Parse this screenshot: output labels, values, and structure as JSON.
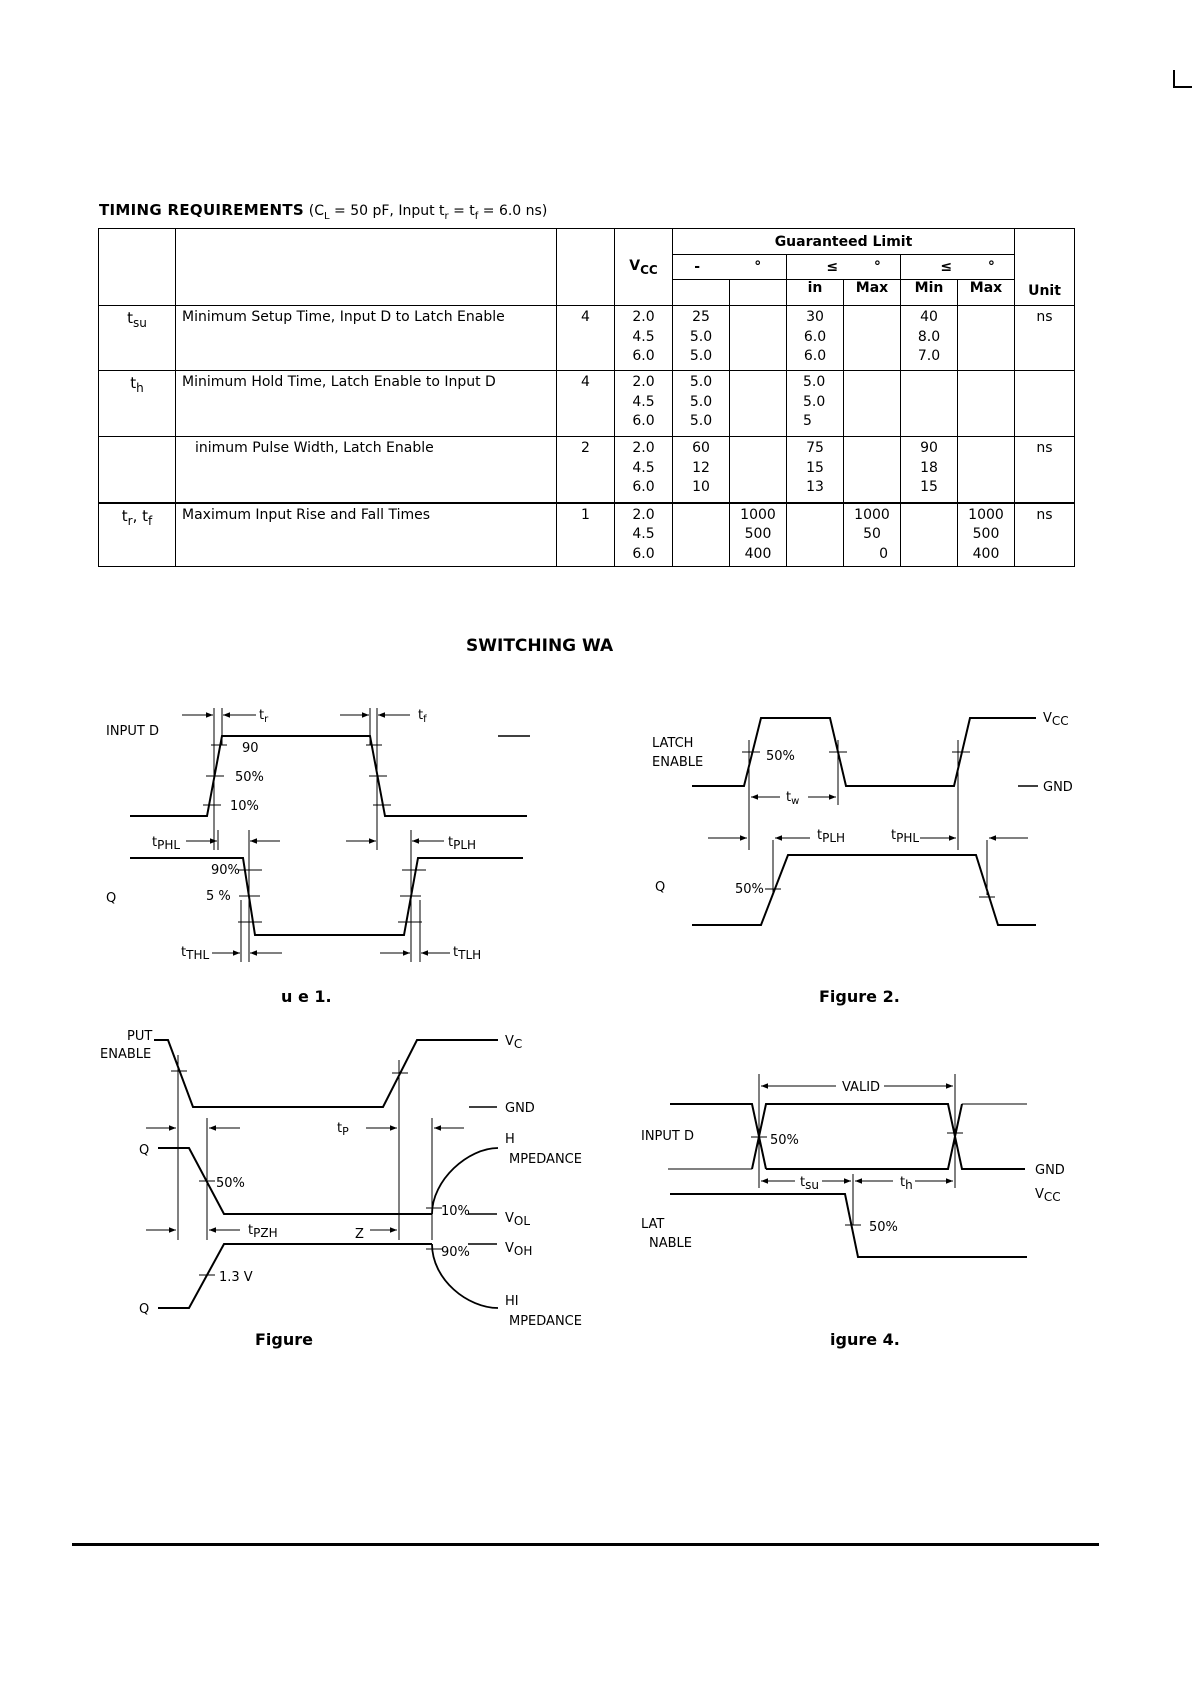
{
  "heading": {
    "title": "TIMING REQUIREMENTS",
    "cond_open": "(C",
    "cond_cl_sub": "L",
    "cond_mid": " = 50 pF, Input t",
    "cond_tr_sub": "r",
    "cond_eq": " = t",
    "cond_tf_sub": "f",
    "cond_end": " = 6.0 ns)"
  },
  "table": {
    "vcc_label": "V",
    "vcc_sub": "CC",
    "guaranteed_label": "Guaranteed Limit",
    "temp_cols": [
      {
        "a": "-",
        "b": "°"
      },
      {
        "a": "≤",
        "b": "°"
      },
      {
        "a": "≤",
        "b": "°"
      }
    ],
    "sub_headers": [
      "",
      "",
      "in",
      "Max",
      "Min",
      "Max"
    ],
    "unit_label": "Unit",
    "rows": [
      {
        "sym_main": "t",
        "sym_sub": "su",
        "parameter": "Minimum Setup Time, Input D to Latch Enable",
        "figure": "4",
        "vcc": [
          "2.0",
          "4.5",
          "6.0"
        ],
        "v1": [
          "25",
          "5.0",
          "5.0"
        ],
        "v2": [
          "",
          "",
          ""
        ],
        "v3": [
          "30",
          "6.0",
          "6.0"
        ],
        "v4": [
          "",
          "",
          ""
        ],
        "v5": [
          "40",
          "8.0",
          "7.0"
        ],
        "v6": [
          "",
          "",
          ""
        ],
        "unit": "ns"
      },
      {
        "sym_main": "t",
        "sym_sub": "h",
        "parameter": "Minimum Hold Time, Latch Enable to Input D",
        "figure": "4",
        "vcc": [
          "2.0",
          "4.5",
          "6.0"
        ],
        "v1": [
          "5.0",
          "5.0",
          "5.0"
        ],
        "v2": [
          "",
          "",
          ""
        ],
        "v3": [
          "5.0",
          "5.0",
          "5"
        ],
        "v4": [
          "",
          "",
          ""
        ],
        "v5": [
          "",
          "",
          ""
        ],
        "v6": [
          "",
          "",
          ""
        ],
        "unit": ""
      },
      {
        "sym_main": "",
        "sym_sub": "",
        "parameter": "inimum Pulse Width, Latch Enable",
        "figure": "2",
        "vcc": [
          "2.0",
          "4.5",
          "6.0"
        ],
        "v1": [
          "60",
          "12",
          "10"
        ],
        "v2": [
          "",
          "",
          ""
        ],
        "v3": [
          "75",
          "15",
          "13"
        ],
        "v4": [
          "",
          "",
          ""
        ],
        "v5": [
          "90",
          "18",
          "15"
        ],
        "v6": [
          "",
          "",
          ""
        ],
        "unit": "ns"
      },
      {
        "sym_main": "t",
        "sym_sub": "r",
        "sym_main2": ", t",
        "sym_sub2": "f",
        "parameter": "Maximum Input Rise and Fall Times",
        "figure": "1",
        "vcc": [
          "2.0",
          "4.5",
          "6.0"
        ],
        "v1": [
          "",
          "",
          ""
        ],
        "v2": [
          "1000",
          "500",
          "400"
        ],
        "v3": [
          "",
          "",
          ""
        ],
        "v4": [
          "1000",
          "50",
          "0"
        ],
        "v5": [
          "",
          "",
          ""
        ],
        "v6": [
          "1000",
          "500",
          "400"
        ],
        "unit": "ns"
      }
    ]
  },
  "section_title": "SWITCHING WA",
  "fig1": {
    "input_label": "INPUT D",
    "q_label": "Q",
    "tr": "t",
    "tr_sub": "r",
    "tf": "t",
    "tf_sub": "f",
    "p90": "90",
    "p50": "50%",
    "p10": "10%",
    "q90": "90%",
    "q5": "5  %",
    "tphl": "t",
    "tphl_sub": "PHL",
    "tplh": "t",
    "tplh_sub": "PLH",
    "tthl": "t",
    "tthl_sub": "THL",
    "ttlh": "t",
    "ttlh_sub": "TLH",
    "caption": "u  e 1."
  },
  "fig2": {
    "latch": "LATCH",
    "enable": "ENABLE",
    "q_label": "Q",
    "p50a": "50%",
    "p50b": "50%",
    "tw": "t",
    "tw_sub": "w",
    "tplh": "t",
    "tplh_sub": "PLH",
    "tphl": "t",
    "tphl_sub": "PHL",
    "vcc": "V",
    "vcc_sub": "CC",
    "gnd": "GND",
    "caption": "Figure 2."
  },
  "fig3": {
    "put": "PUT",
    "enable": "ENABLE",
    "q1": "Q",
    "q2": "Q",
    "vc": "V",
    "vc_sub": "C",
    "gnd": "GND",
    "tp": "t",
    "tp_sub": "P",
    "h1": "H",
    "mpedance1": "MPEDANCE",
    "p50": "50%",
    "p10": "10%",
    "p90": "90%",
    "v13": "1.3 V",
    "vol": "V",
    "vol_sub": "OL",
    "voh": "V",
    "voh_sub": "OH",
    "tpzh": "t",
    "tpzh_sub": "PZH",
    "z": "Z",
    "hi": "HI",
    "mpedance2": "MPEDANCE",
    "caption": "Figure"
  },
  "fig4": {
    "valid": "VALID",
    "input_label": "INPUT D",
    "p50a": "50%",
    "p50b": "50%",
    "tsu": "t",
    "tsu_sub": "su",
    "th": "t",
    "th_sub": "h",
    "gnd": "GND",
    "vcc": "V",
    "vcc_sub": "CC",
    "lat": "LAT",
    "nable": "NABLE",
    "caption": "igure 4."
  }
}
